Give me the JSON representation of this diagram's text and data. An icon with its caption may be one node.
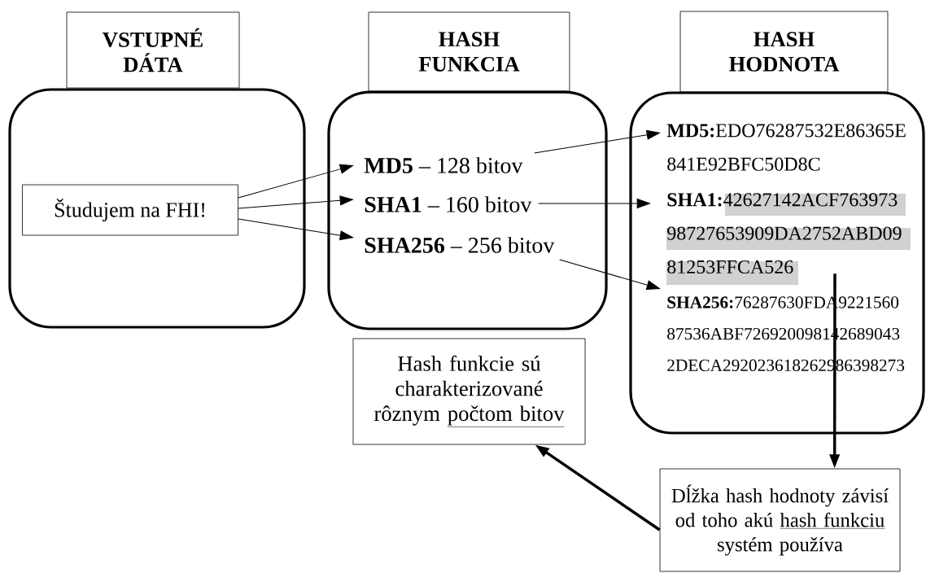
{
  "diagram": {
    "nodes": [
      {
        "text": [
          "VSTUPNÉ DÁTA"
        ]
      },
      {
        "text": [
          "HASH FUNKCIA"
        ]
      },
      {
        "text": [
          "HASH HODNOTA"
        ]
      },
      {
        "text": [],
        "shape": "box"
      },
      {
        "text": [
          "Študujem na FHI!"
        ],
        "in": 3
      },
      {
        "text": [],
        "shape": "box"
      },
      {
        "text": [
          "**MD5** – 128 bitov"
        ],
        "in": 5
      },
      {
        "text": [
          "**SHA1** – 160 bitov"
        ],
        "in": 5
      },
      {
        "text": [
          "**SHA256** – 256 bitov"
        ],
        "in": 5
      },
      {
        "text": [],
        "shape": "box"
      },
      {
        "text": [
          "**MD5:**EDO76287532E86365E 841E92BFC50D8C"
        ],
        "in": 9
      },
      {
        "text": [
          "**SHA1:**42627142ACF763973 98727653909DA2752ABD09 81253FFCA526"
        ],
        "in": 9
      },
      {
        "text": [
          "**SHA256:**76287630FDA9221560 87536ABF726920098142689043 2DECA292023618262986398273"
        ],
        "in": 9
      },
      {
        "text": [
          "Hash funkcie sú charakterizované rôznym",
          "počtom bitov"
        ]
      },
      {
        "text": [
          "Dĺžka hash hodnoty závisí od toho akú",
          "hash funkciu",
          "systém používa"
        ]
      }
    ],
    "edges": [
      {
        "from": 4,
        "to": 6,
        "arrow": "to"
      },
      {
        "from": 4,
        "to": 7,
        "arrow": "to"
      },
      {
        "from": 4,
        "to": 8,
        "arrow": "to"
      },
      {
        "from": 6,
        "to": 10,
        "arrow": "to"
      },
      {
        "from": 7,
        "to": 11,
        "arrow": "to"
      },
      {
        "from": 8,
        "to": 12,
        "arrow": "to"
      },
      {
        "from": 11,
        "to": 14,
        "arrow": "to",
        "style": "thick"
      },
      {
        "from": 14,
        "to": 13,
        "arrow": "to",
        "style": "thick"
      }
    ]
  }
}
